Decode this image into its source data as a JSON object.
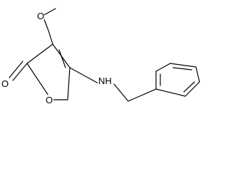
{
  "molecule": {
    "labels": {
      "methoxy": "O",
      "carbonyl_oxygen": "O",
      "ring_oxygen": "O",
      "amine": "NH"
    }
  },
  "colors": {
    "bond": "#000000",
    "text": "#000000",
    "background": "#ffffff"
  }
}
